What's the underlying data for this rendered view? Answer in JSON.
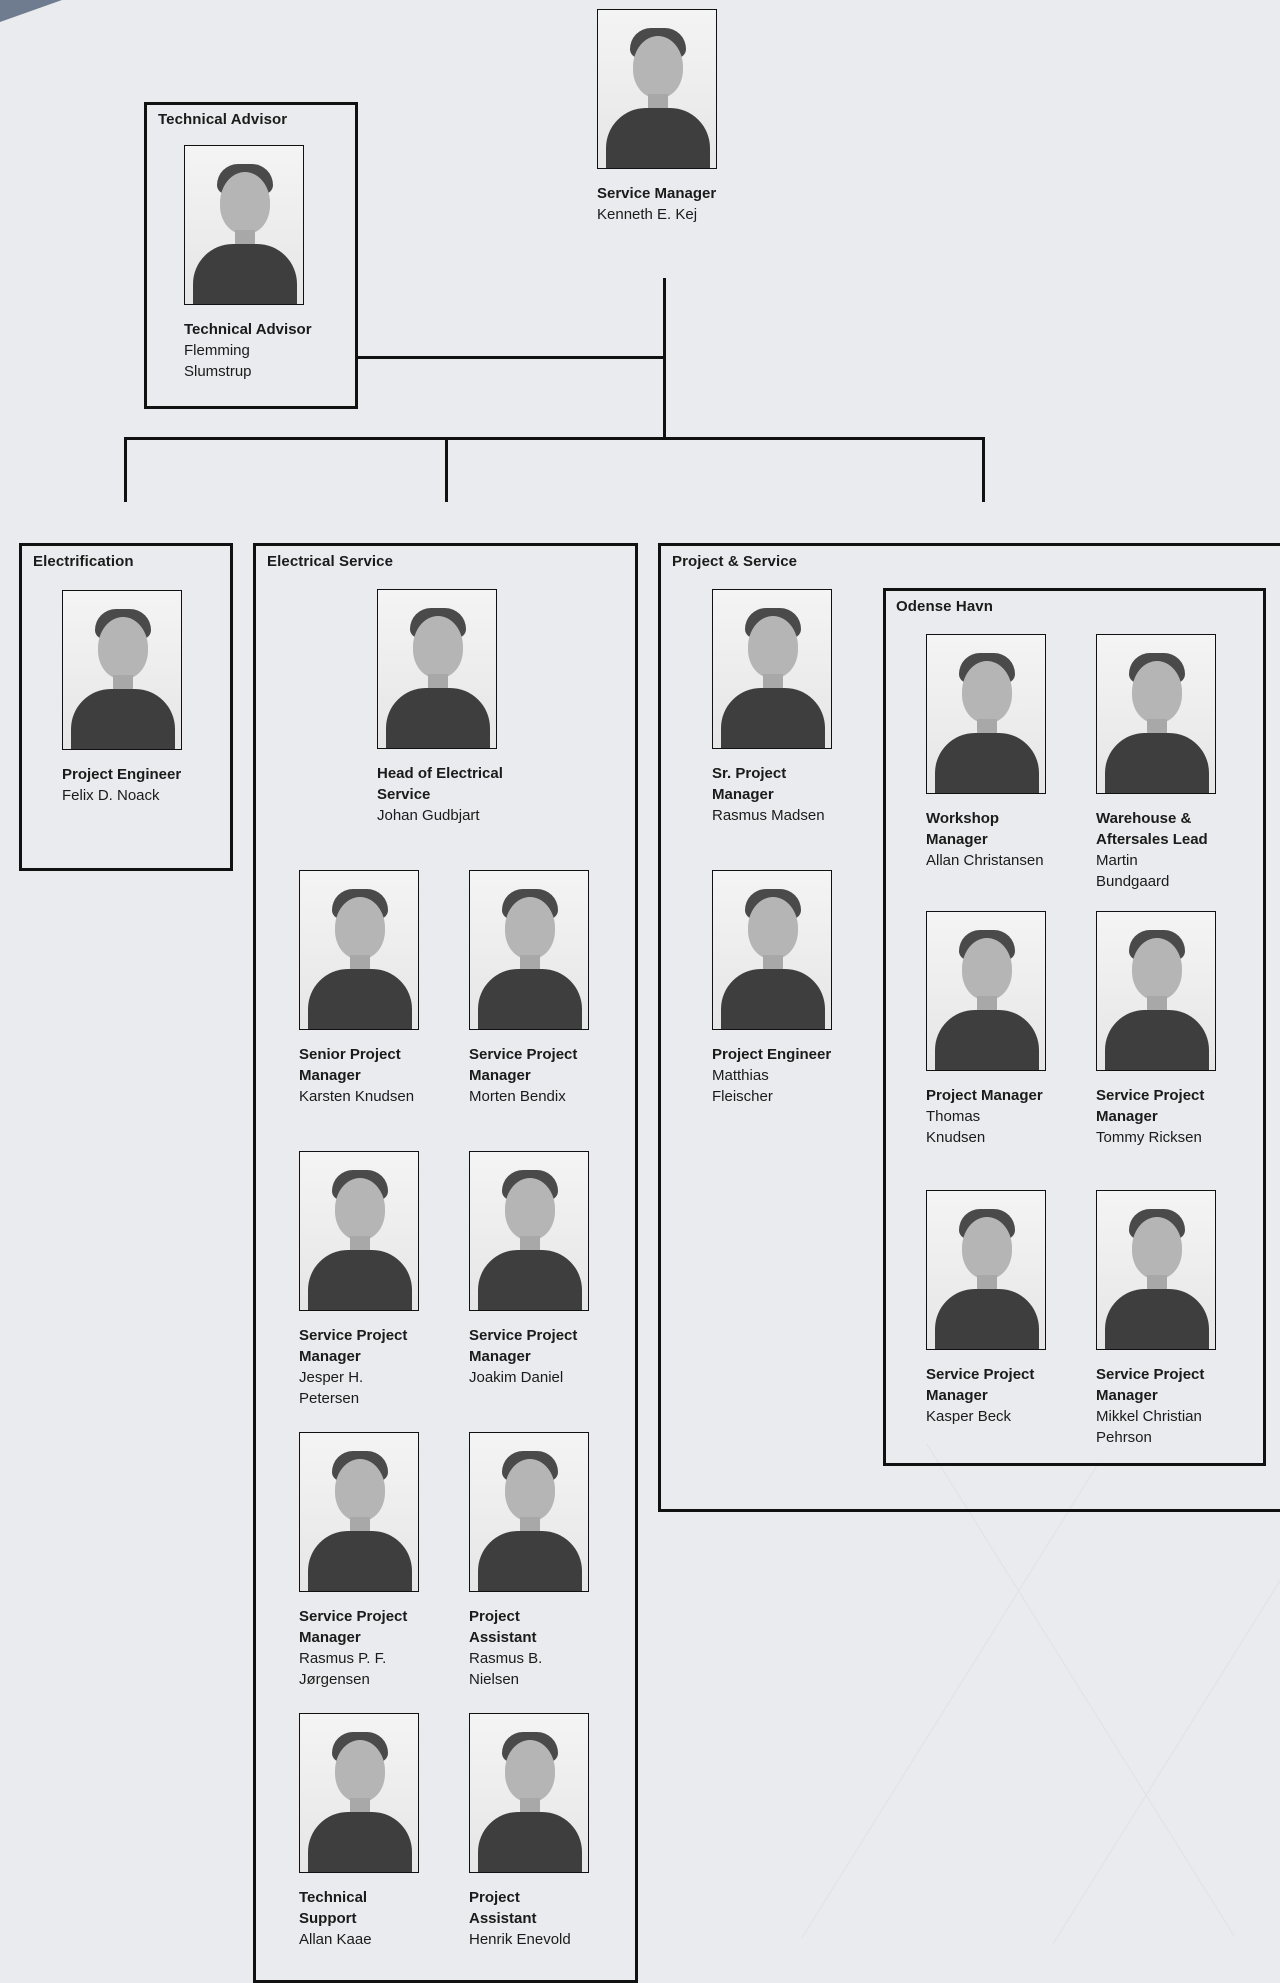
{
  "manager": {
    "role": "Service Manager",
    "name": "Kenneth E. Kej"
  },
  "technical_advisor": {
    "title": "Technical Advisor",
    "person": {
      "role": "Technical Advisor",
      "name": "Flemming Slumstrup"
    }
  },
  "electrification": {
    "title": "Electrification",
    "people": [
      {
        "role": "Project Engineer",
        "name": "Felix D. Noack"
      }
    ]
  },
  "electrical_service": {
    "title": "Electrical Service",
    "head": {
      "role": "Head of Electrical Service",
      "name": "Johan Gudbjart"
    },
    "people": [
      {
        "role": "Senior Project Manager",
        "name": "Karsten Knudsen"
      },
      {
        "role": "Service Project Manager",
        "name": "Morten Bendix"
      },
      {
        "role": "Service Project Manager",
        "name": "Jesper H. Petersen"
      },
      {
        "role": "Service Project Manager",
        "name": "Joakim Daniel"
      },
      {
        "role": "Service Project Manager",
        "name": "Rasmus P. F. Jørgensen"
      },
      {
        "role": "Project Assistant",
        "name": "Rasmus B. Nielsen"
      },
      {
        "role": "Technical Support",
        "name": "Allan Kaae"
      },
      {
        "role": "Project Assistant",
        "name": "Henrik Enevold"
      }
    ]
  },
  "project_service": {
    "title": "Project & Service",
    "people": [
      {
        "role": "Sr. Project Manager",
        "name": "Rasmus Madsen"
      },
      {
        "role": "Project Engineer",
        "name": "Matthias Fleischer"
      }
    ],
    "odense_havn": {
      "title": "Odense Havn",
      "people": [
        {
          "role": "Workshop Manager",
          "name": "Allan Christansen"
        },
        {
          "role": "Warehouse & Aftersales Lead",
          "name": "Martin Bundgaard"
        },
        {
          "role": "Project Manager",
          "name": "Thomas Knudsen"
        },
        {
          "role": "Service Project Manager",
          "name": "Tommy Ricksen"
        },
        {
          "role": "Service Project Manager",
          "name": "Kasper Beck"
        },
        {
          "role": "Service Project Manager",
          "name": "Mikkel Christian Pehrson"
        }
      ]
    }
  }
}
